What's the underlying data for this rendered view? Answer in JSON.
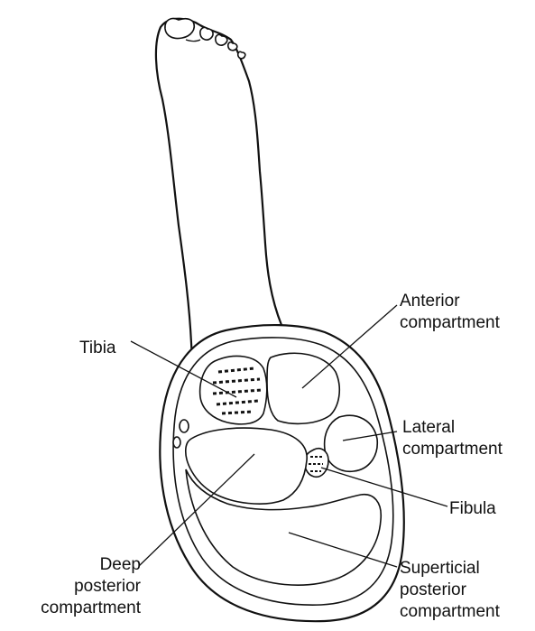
{
  "labels": {
    "anterior": "Anterior\ncompartment",
    "tibia": "Tibia",
    "lateral": "Lateral\ncompartment",
    "fibula": "Fibula",
    "deep_posterior": "Deep\nposterior\ncompartment",
    "superficial_posterior": "Superticial\nposterior\ncompartment"
  },
  "icons": {
    "foot": "foot-illustration",
    "cross_section": "leg-cross-section"
  }
}
